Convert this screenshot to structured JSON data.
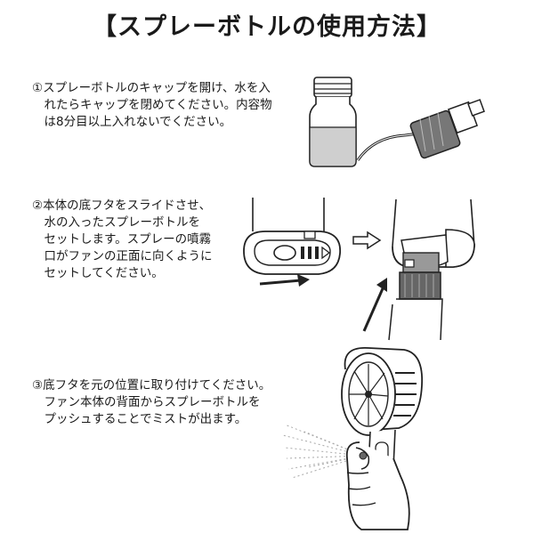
{
  "title": "【スプレーボトルの使用方法】",
  "steps": [
    {
      "text": "①スプレーボトルのキャップを開け、水を入\n　れたらキャップを閉めてください。内容物\n　は8分目以上入れないでください。"
    },
    {
      "text": "②本体の底フタをスライドさせ、\n　水の入ったスプレーボトルを\n　セットします。スプレーの噴霧\n　口がファンの正面に向くように\n　セットしてください。"
    },
    {
      "text": "③底フタを元の位置に取り付けてください。\n　ファン本体の背面からスプレーボトルを\n　プッシュすることでミストが出ます。"
    }
  ]
}
